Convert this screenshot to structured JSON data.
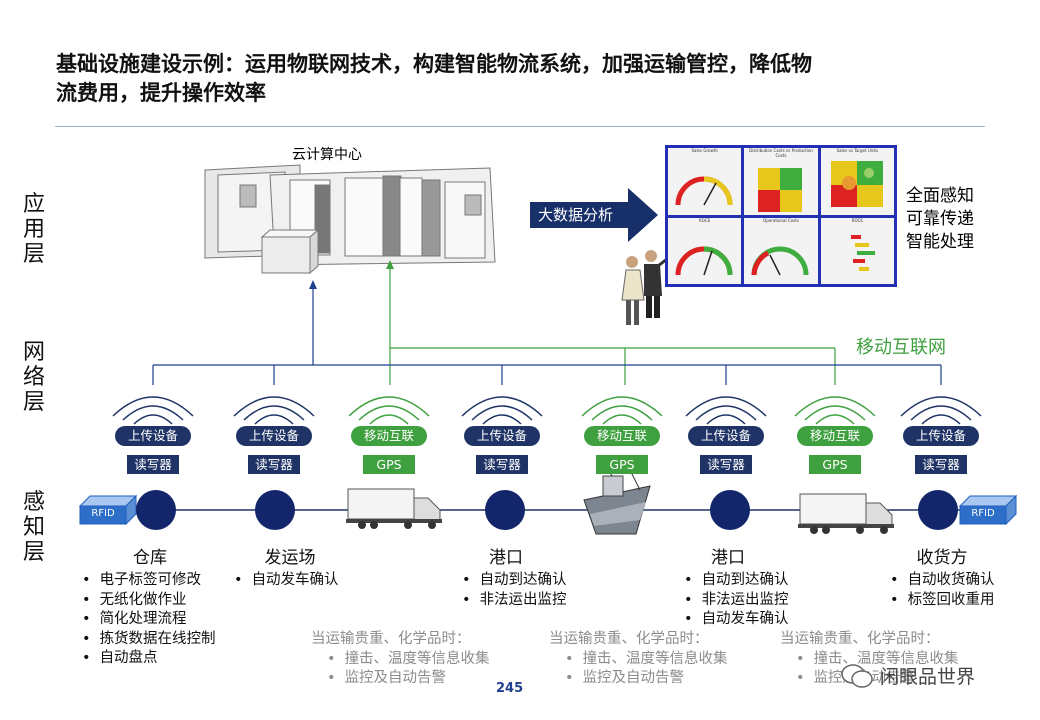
{
  "title": "基础设施建设示例：运用物联网技术，构建智能物流系统，加强运输管控，降低物流费用，提升操作效率",
  "layers": {
    "app": "应用层",
    "network": "网络层",
    "sensing": "感知层"
  },
  "cloud_label": "云计算中心",
  "bigdata_label": "大数据分析",
  "analysis_benefits": [
    "全面感知",
    "可靠传递",
    "智能处理"
  ],
  "mobile_internet_label": "移动互联网",
  "dashboard": {
    "panel_titles": [
      "Sales Growth",
      "Distribution Costs vs Production Costs",
      "Sales vs Target Units",
      "ROCE",
      "Operational Costs",
      "ROCE"
    ]
  },
  "devices": [
    {
      "top": "上传设备",
      "bottom": "读写器",
      "kind": "navy"
    },
    {
      "top": "上传设备",
      "bottom": "读写器",
      "kind": "navy"
    },
    {
      "top": "移动互联",
      "bottom": "GPS",
      "kind": "green"
    },
    {
      "top": "上传设备",
      "bottom": "读写器",
      "kind": "navy"
    },
    {
      "top": "移动互联",
      "bottom": "GPS",
      "kind": "green"
    },
    {
      "top": "上传设备",
      "bottom": "读写器",
      "kind": "navy"
    },
    {
      "top": "移动互联",
      "bottom": "GPS",
      "kind": "green"
    },
    {
      "top": "上传设备",
      "bottom": "读写器",
      "kind": "navy"
    }
  ],
  "rfid_label": "RFID",
  "nodes": [
    {
      "name": "仓库",
      "items": [
        "电子标签可修改",
        "无纸化做作业",
        "简化处理流程",
        "拣货数据在线控制",
        "自动盘点"
      ]
    },
    {
      "name": "发运场",
      "items": [
        "自动发车确认"
      ]
    },
    {
      "name": "港口",
      "items": [
        "自动到达确认",
        "非法运出监控"
      ]
    },
    {
      "name": "港口",
      "items": [
        "自动到达确认",
        "非法运出监控",
        "自动发车确认"
      ]
    },
    {
      "name": "收货方",
      "items": [
        "自动收货确认",
        "标签回收重用"
      ]
    }
  ],
  "notes": [
    {
      "head": "当运输贵重、化学品时：",
      "items": [
        "撞击、温度等信息收集",
        "监控及自动告警"
      ]
    },
    {
      "head": "当运输贵重、化学品时：",
      "items": [
        "撞击、温度等信息收集",
        "监控及自动告警"
      ]
    },
    {
      "head": "当运输贵重、化学品时：",
      "items": [
        "撞击、温度等信息收集",
        "监控及自动告警"
      ]
    }
  ],
  "page_number": "245",
  "watermark": "闲眼品世界",
  "colors": {
    "navy": "#1f3366",
    "green": "#3fa03f",
    "node": "#13266b",
    "rule": "#9fb1cf"
  }
}
